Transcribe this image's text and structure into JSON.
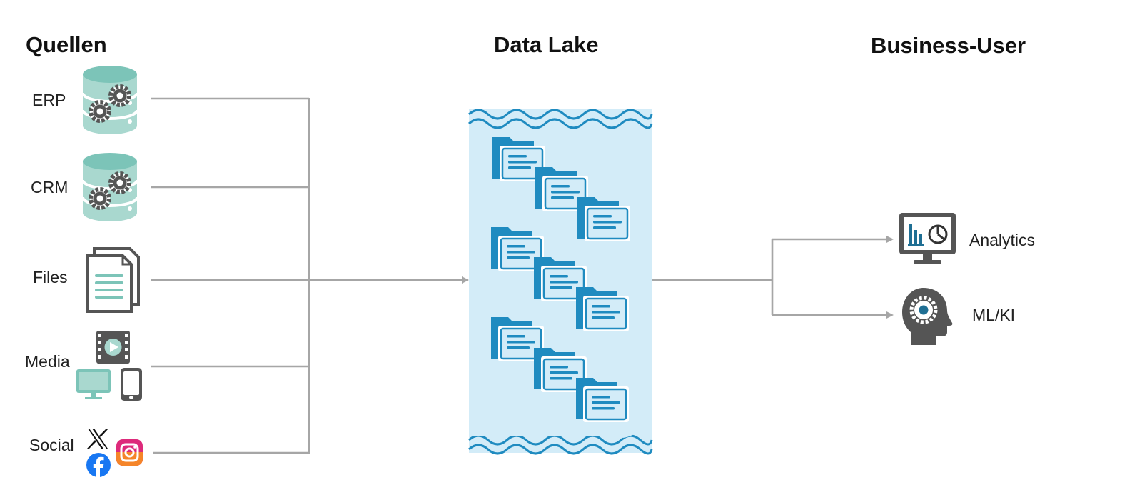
{
  "headings": {
    "sources": "Quellen",
    "lake": "Data Lake",
    "users": "Business-User"
  },
  "sources": [
    {
      "label": "ERP",
      "icon": "database-gear-icon"
    },
    {
      "label": "CRM",
      "icon": "database-gear-icon"
    },
    {
      "label": "Files",
      "icon": "documents-icon"
    },
    {
      "label": "Media",
      "icon": "media-devices-icon"
    },
    {
      "label": "Social",
      "icon": "social-media-icon"
    }
  ],
  "consumers": [
    {
      "label": "Analytics",
      "icon": "analytics-monitor-icon"
    },
    {
      "label": "ML/KI",
      "icon": "ai-head-gear-icon"
    }
  ],
  "lake_icon": "folder-stack-icon",
  "colors": {
    "teal": "#7cc4b8",
    "teal_light": "#a9d8cf",
    "lake_fill": "#d3ecf8",
    "lake_blue": "#1f8bc0",
    "icon_gray": "#555555",
    "connector": "#a6a6a6"
  }
}
